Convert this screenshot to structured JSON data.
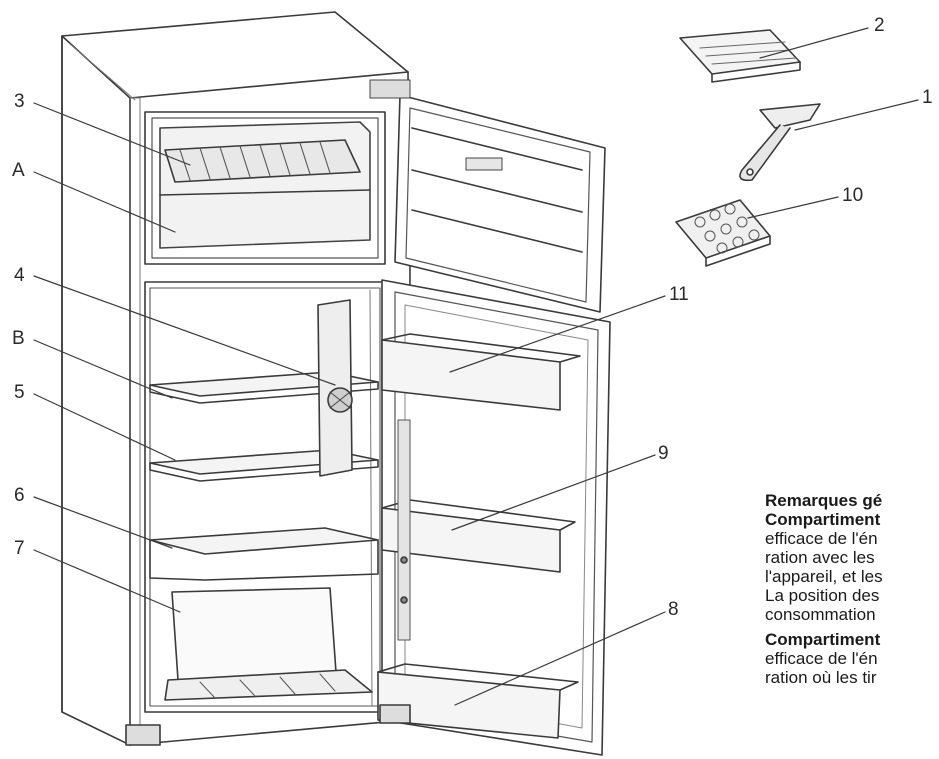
{
  "callouts": [
    {
      "id": "c2",
      "text": "2"
    },
    {
      "id": "c1",
      "text": "1"
    },
    {
      "id": "c10",
      "text": "10"
    },
    {
      "id": "c3",
      "text": "3"
    },
    {
      "id": "cA",
      "text": "A"
    },
    {
      "id": "c4",
      "text": "4"
    },
    {
      "id": "c11",
      "text": "11"
    },
    {
      "id": "cB",
      "text": "B"
    },
    {
      "id": "c5",
      "text": "5"
    },
    {
      "id": "c9",
      "text": "9"
    },
    {
      "id": "c6",
      "text": "6"
    },
    {
      "id": "c7",
      "text": "7"
    },
    {
      "id": "c8",
      "text": "8"
    }
  ],
  "notes": {
    "heading": "Remarques gé",
    "freezer_title": "Compartiment",
    "freezer_line1": "efficace de l'én",
    "freezer_line2": "ration avec les",
    "freezer_line3": "l'appareil, et les",
    "freezer_line4": "La position des",
    "freezer_line5": "consommation",
    "fridge_title": "Compartiment",
    "fridge_line1": "efficace de l'én",
    "fridge_line2": "ration où les tir"
  },
  "colors": {
    "line": "#3a3a3a",
    "fill": "#ffffff",
    "shade": "#d9d9d9"
  }
}
